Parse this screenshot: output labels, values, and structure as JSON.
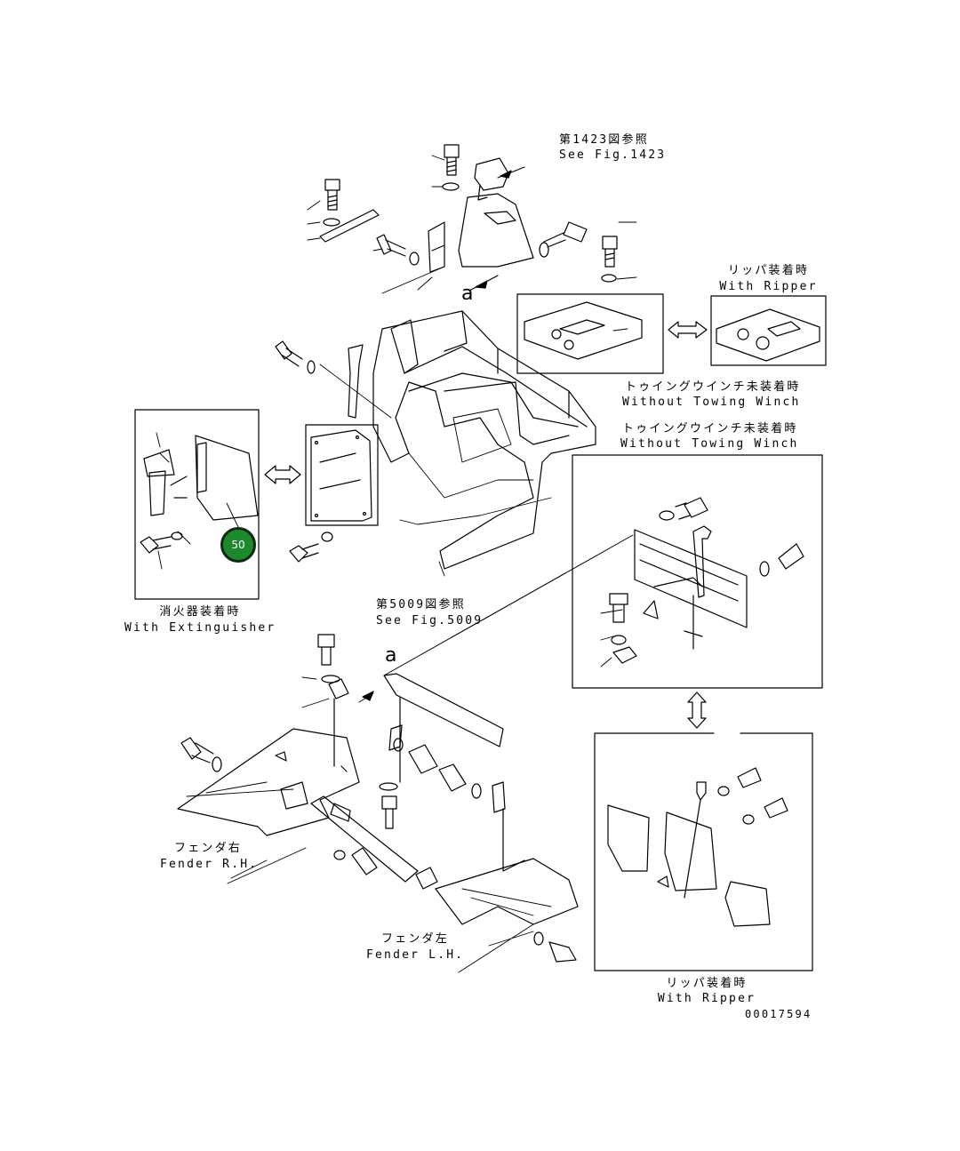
{
  "callout": {
    "number": "50",
    "color": "#1c8a2c"
  },
  "detail_marker": "a",
  "labels": {
    "see_1423_jp": "第1423図参照",
    "see_1423_en": "See Fig.1423",
    "ripper_top_jp": "リッパ装着時",
    "ripper_top_en": "With Ripper",
    "winch_mid_jp": "トゥイングウインチ未装着時",
    "winch_mid_en": "Without Towing Winch",
    "winch_right_jp": "トゥイングウインチ未装着時",
    "winch_right_en": "Without Towing Winch",
    "ext_jp": "消火器装着時",
    "ext_en": "With Extinguisher",
    "see_5009_jp": "第5009図参照",
    "see_5009_en": "See Fig.5009",
    "fender_rh_jp": "フェンダ右",
    "fender_rh_en": "Fender R.H.",
    "fender_lh_jp": "フェンダ左",
    "fender_lh_en": "Fender L.H.",
    "ripper_bot_jp": "リッパ装着時",
    "ripper_bot_en": "With Ripper",
    "drawing_no": "00017594"
  }
}
